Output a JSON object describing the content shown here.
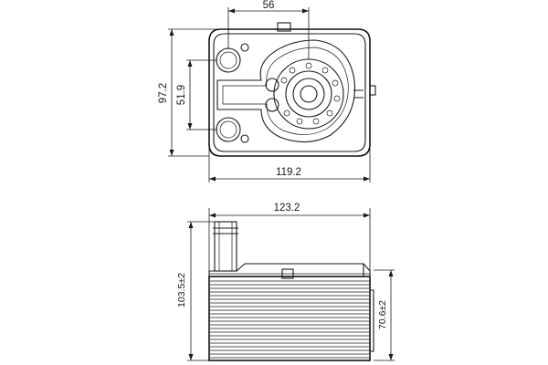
{
  "dimensions": {
    "top_width_small": "56",
    "top_height_outer": "97.2",
    "top_height_inner": "51.9",
    "top_width_outer": "119.2",
    "side_width": "123.2",
    "side_height_total": "103.5±2",
    "side_height_body": "70.6±2"
  }
}
